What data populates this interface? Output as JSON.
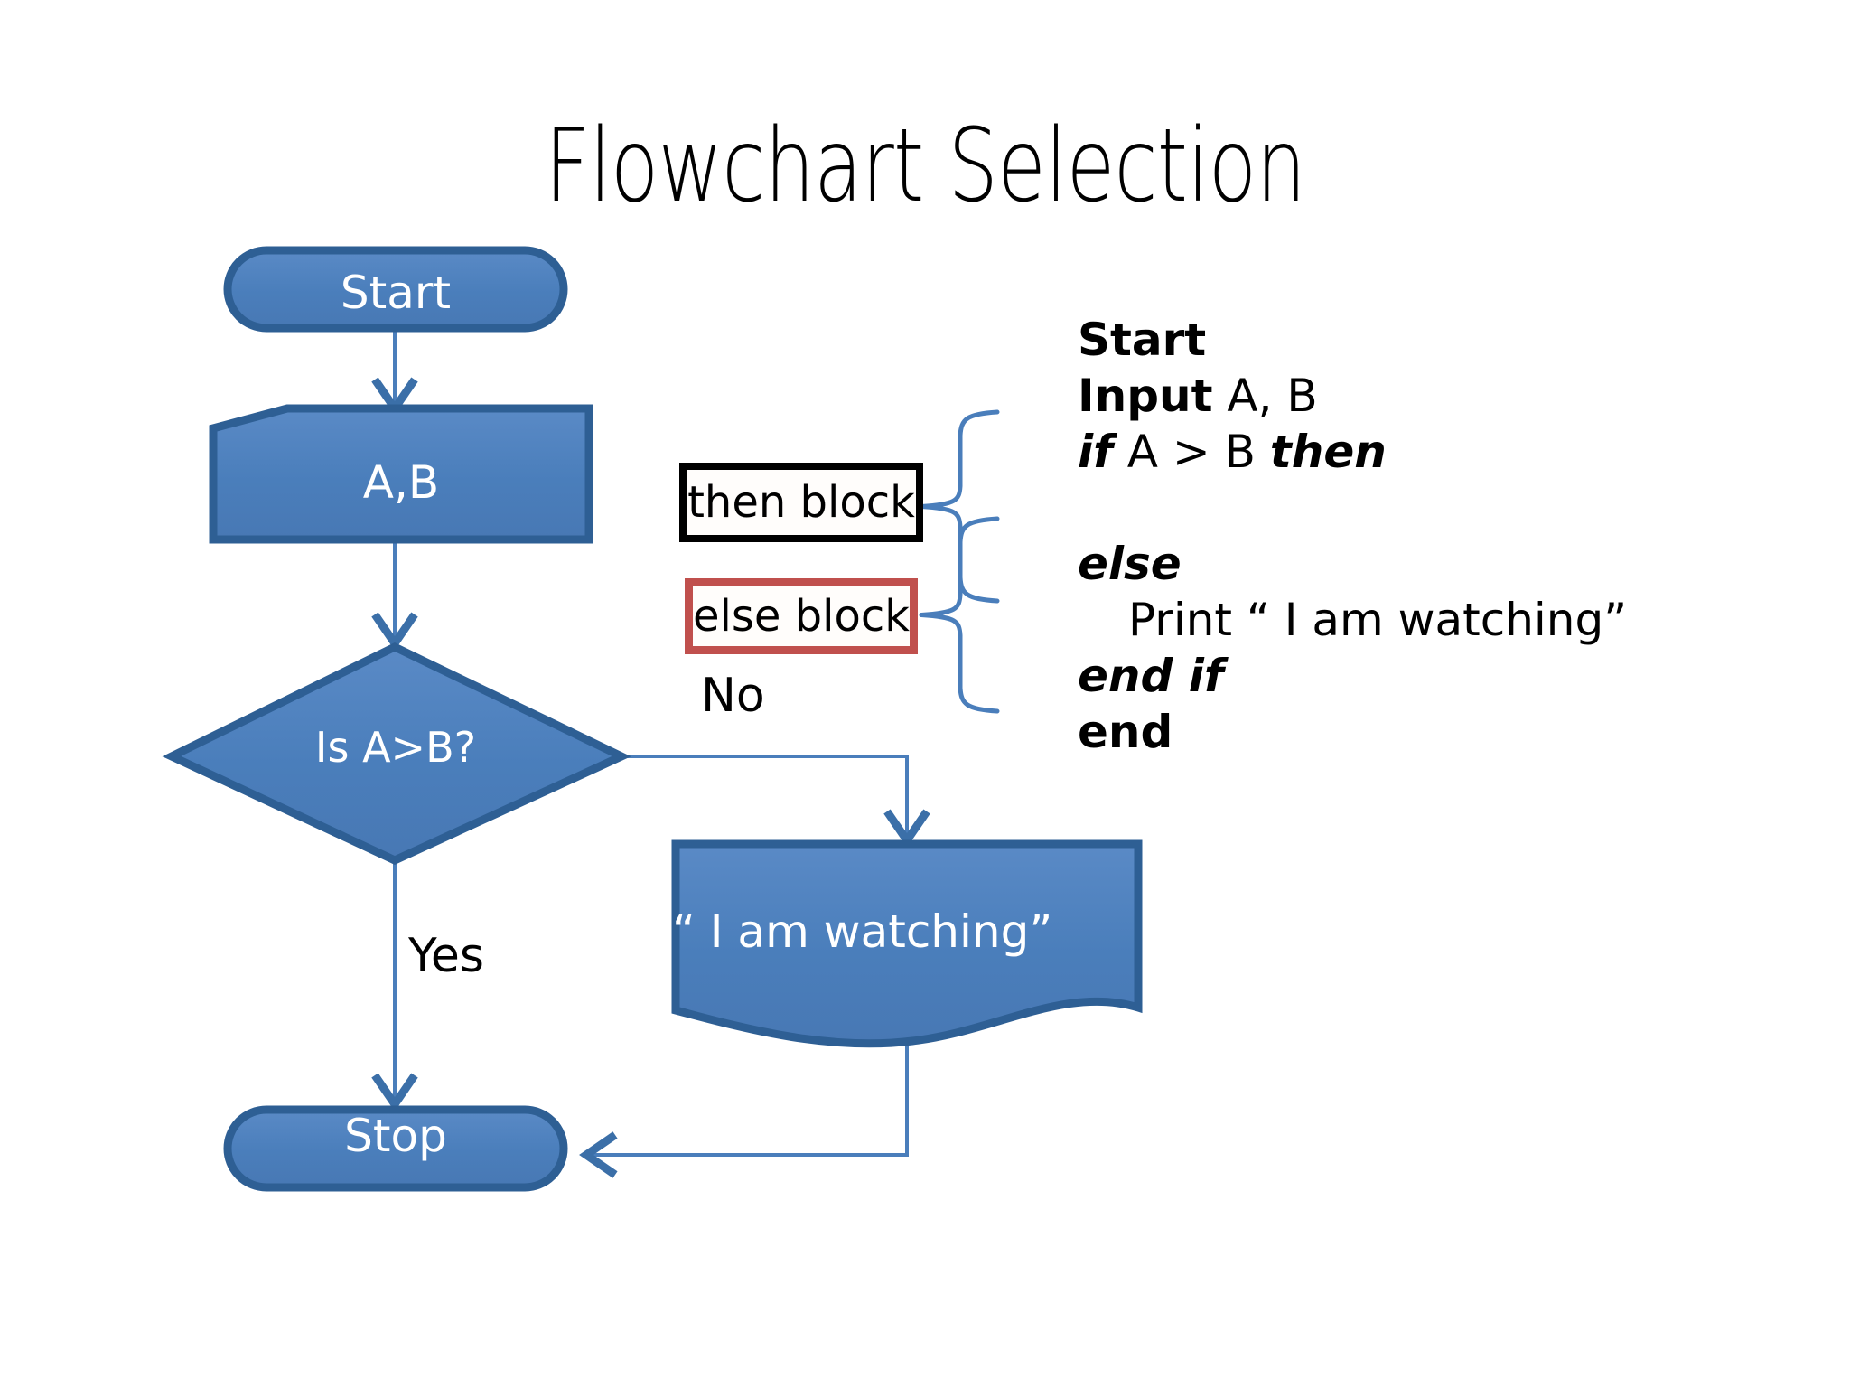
{
  "slide": {
    "title": "Flowchart Selection",
    "background": "#ffffff"
  },
  "colors": {
    "shape_fill": "#4a7ebb",
    "shape_stroke": "#2e5f94",
    "connector": "#4a7ebb",
    "brace": "#4a7ebb",
    "then_block_border": "#000000",
    "else_block_border": "#C0504D",
    "block_fill": "#fffdfb",
    "shape_text": "#ffffff",
    "body_text": "#000000"
  },
  "flowchart": {
    "nodes": [
      {
        "id": "start",
        "shape": "terminator-stadium",
        "label": "Start"
      },
      {
        "id": "input",
        "shape": "manual-input-pentagon",
        "label": "A,B"
      },
      {
        "id": "decision",
        "shape": "diamond",
        "label": "Is A>B?"
      },
      {
        "id": "output",
        "shape": "document-wave",
        "label": "“ I am watching”"
      },
      {
        "id": "stop",
        "shape": "terminator-stadium",
        "label": "Stop"
      }
    ],
    "edge_labels": {
      "no": "No",
      "yes": "Yes"
    }
  },
  "code_blocks": {
    "then": {
      "label": "then block",
      "border_color": "#000000"
    },
    "else": {
      "label": "else block",
      "border_color": "#C0504D"
    }
  },
  "pseudocode": {
    "line_start": {
      "bold": "Start"
    },
    "line_input": {
      "bold": "Input",
      "rest": " A, B"
    },
    "line_if": {
      "kw1": "if",
      "mid": " A > B ",
      "kw2": "then"
    },
    "line_else": {
      "bi": "else"
    },
    "line_print": {
      "text": "Print “ I am watching”"
    },
    "line_endif": {
      "bi": "end if"
    },
    "line_end": {
      "bold": "end"
    }
  }
}
